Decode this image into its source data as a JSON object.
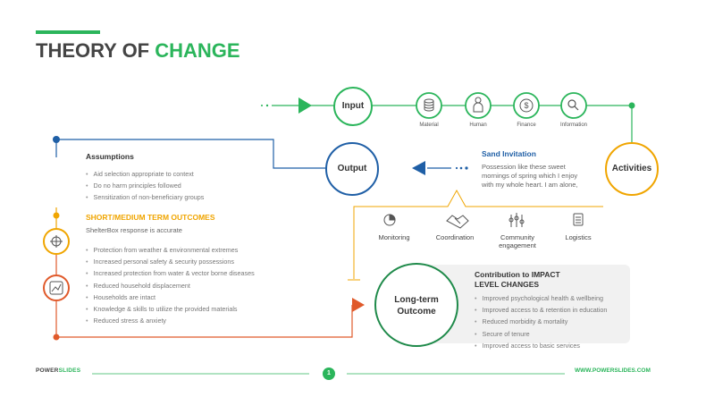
{
  "title": {
    "prefix": "THEORY OF",
    "accent": "CHANGE"
  },
  "colors": {
    "green": "#2bb55b",
    "blue": "#1f5fa6",
    "orange": "#f0a500",
    "red": "#e05a2b",
    "gray_line": "#9aa0a6"
  },
  "nodes": {
    "input": "Input",
    "output": "Output",
    "activities": "Activities",
    "long_term": [
      "Long-term",
      "Outcome"
    ]
  },
  "inputs": [
    {
      "label": "Material",
      "icon": "database-icon"
    },
    {
      "label": "Human",
      "icon": "person-icon"
    },
    {
      "label": "Finance",
      "icon": "dollar-icon"
    },
    {
      "label": "Information",
      "icon": "magnifier-icon"
    }
  ],
  "sand_invitation": {
    "heading": "Sand Invitation",
    "text": [
      "Possession like these sweet",
      "mornings of spring  which I enjoy",
      "with my whole heart. I am alone,"
    ]
  },
  "activities_list": [
    {
      "label": [
        "Monitoring"
      ],
      "icon": "monitoring-icon"
    },
    {
      "label": [
        "Coordination"
      ],
      "icon": "handshake-icon"
    },
    {
      "label": [
        "Community",
        "engagement"
      ],
      "icon": "community-icon"
    },
    {
      "label": [
        "Logistics"
      ],
      "icon": "clipboard-icon"
    }
  ],
  "assumptions": {
    "heading": "Assumptions",
    "items": [
      "Aid selection appropriate to context",
      "Do no harm principles followed",
      "Sensitization of non-beneficiary groups"
    ]
  },
  "short_term": {
    "heading": "SHORT/MEDIUM TERM OUTCOMES",
    "subtitle": "ShelterBox response is accurate",
    "items": [
      "Protection from weather & environmental extremes",
      "Increased personal safety & security possessions",
      "Increased protection from water  & vector borne diseases",
      "Reduced household displacement",
      "Households are intact",
      "Knowledge & skills to utilize the provided materials",
      "Reduced stress & anxiety"
    ]
  },
  "impact": {
    "heading": [
      "Contribution to IMPACT",
      "LEVEL CHANGES"
    ],
    "items": [
      "Improved psychological health & wellbeing",
      "Improved access to & retention in education",
      "Reduced morbidity & mortality",
      "Secure of tenure",
      "Improved access to basic services"
    ]
  },
  "side_icons": [
    "crosshair-icon",
    "trend-icon"
  ],
  "footer": {
    "brand_prefix": "POWER",
    "brand_accent": "SLIDES",
    "page": "1",
    "url": "WWW.POWERSLIDES.COM"
  }
}
